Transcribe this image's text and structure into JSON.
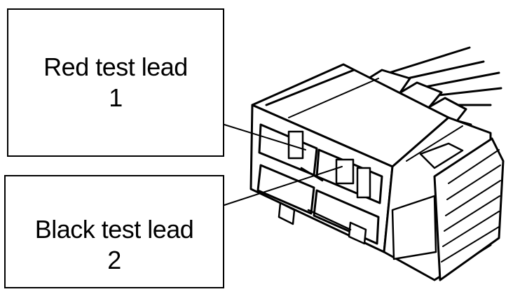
{
  "labels": {
    "red": {
      "title": "Red test lead",
      "number": "1"
    },
    "black": {
      "title": "Black test lead",
      "number": "2"
    }
  },
  "colors": {
    "ink": "#000000",
    "paper": "#ffffff"
  }
}
